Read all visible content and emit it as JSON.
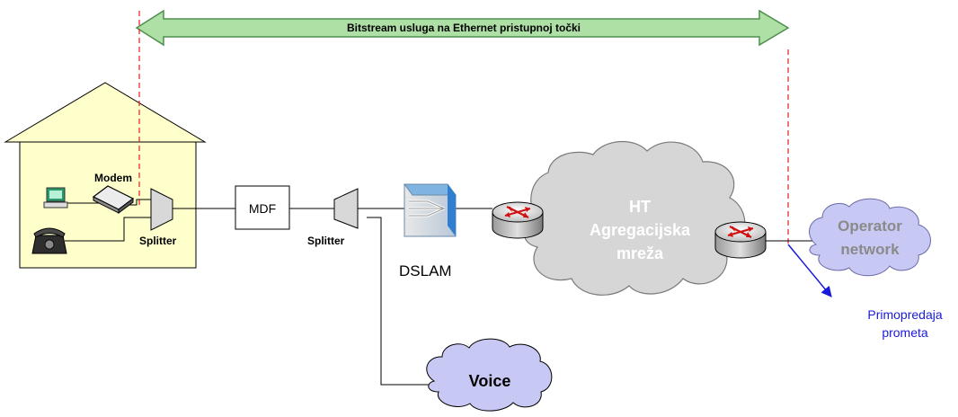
{
  "banner": {
    "text": "Bitstream usluga na Ethernet pristupnoj točki"
  },
  "house": {
    "modem_label": "Modem",
    "splitter_label": "Splitter"
  },
  "mdf": {
    "label": "MDF"
  },
  "exchange_splitter": {
    "label": "Splitter"
  },
  "dslam": {
    "label": "DSLAM"
  },
  "ht_cloud": {
    "line1": "HT",
    "line2": "Agregacijska",
    "line3": "mreža"
  },
  "operator_cloud": {
    "line1": "Operator",
    "line2": "network"
  },
  "voice_cloud": {
    "label": "Voice"
  },
  "handover": {
    "line1": "Primopredaja",
    "line2": "prometa"
  },
  "colors": {
    "banner_fill": "#aee0a6",
    "banner_stroke": "#4e8f4e",
    "house_fill": "#ffffcc",
    "cloud_fill": "#d6d6d6",
    "voice_cloud_fill": "#c8c8f4",
    "operator_cloud_fill": "#c8c8f4",
    "dashed_line": "#e02020",
    "handover_color": "#1a1adc"
  }
}
